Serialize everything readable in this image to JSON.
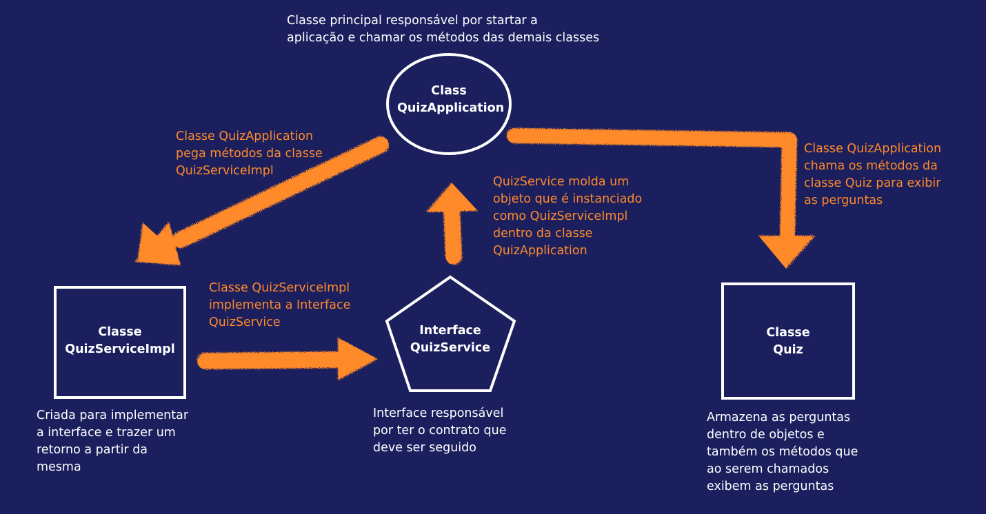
{
  "colors": {
    "background": "#1b1f5e",
    "shape_stroke": "#ffffff",
    "arrow": "#ff8a2a",
    "annotation_text": "#ff8a2a",
    "description_text": "#ffffff"
  },
  "nodes": {
    "quiz_application": {
      "label": "Class\nQuizApplication",
      "shape": "ellipse"
    },
    "quiz_service_impl": {
      "label": "Classe\nQuizServiceImpl",
      "shape": "rectangle"
    },
    "quiz_service": {
      "label": "Interface\nQuizService",
      "shape": "pentagon"
    },
    "quiz": {
      "label": "Classe\nQuiz",
      "shape": "rectangle"
    }
  },
  "descriptions": {
    "quiz_application": "Classe principal responsável por startar a\naplicação e chamar os métodos das demais classes",
    "quiz_service_impl": "Criada para implementar\na interface e trazer um\nretorno a partir da\nmesma",
    "quiz_service": "Interface responsável\npor ter o contrato que\ndeve ser seguido",
    "quiz": "Armazena as perguntas\ndentro de objetos e\ntambém os métodos que\nao serem chamados\nexibem as perguntas"
  },
  "edges": [
    {
      "from": "quiz_application",
      "to": "quiz_service_impl",
      "label": "Classe QuizApplication\npega métodos da classe\nQuizServiceImpl"
    },
    {
      "from": "quiz_service_impl",
      "to": "quiz_service",
      "label": "Classe QuizServiceImpl\nimplementa a Interface\nQuizService"
    },
    {
      "from": "quiz_service",
      "to": "quiz_application",
      "label": "QuizService molda um\nobjeto que é instanciado\ncomo QuizServiceImpl\ndentro da classe\nQuizApplication"
    },
    {
      "from": "quiz_application",
      "to": "quiz",
      "label": "Classe QuizApplication\nchama os métodos da\nclasse Quiz para exibir\nas perguntas"
    }
  ]
}
